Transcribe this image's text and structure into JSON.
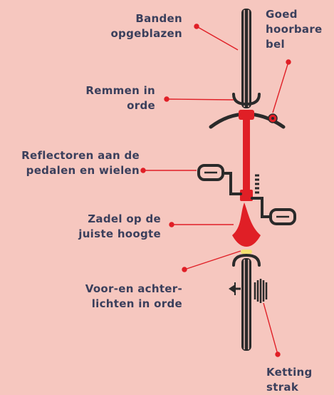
{
  "colors": {
    "background": "#f6c7bf",
    "text": "#3a3f5c",
    "accent_red": "#e01f26",
    "bike_dark": "#2a2a2a"
  },
  "labels": {
    "tires": [
      "Banden",
      "opgeblazen"
    ],
    "bell": [
      "Goed",
      "hoorbare",
      "bel"
    ],
    "brakes": [
      "Remmen in",
      "orde"
    ],
    "reflectors": [
      "Reflectoren aan de",
      "pedalen en wielen"
    ],
    "saddle": [
      "Zadel op de",
      "juiste hoogte"
    ],
    "lights": [
      "Voor-en achter-",
      "lichten in orde"
    ],
    "chain": [
      "Ketting",
      "strak"
    ]
  }
}
